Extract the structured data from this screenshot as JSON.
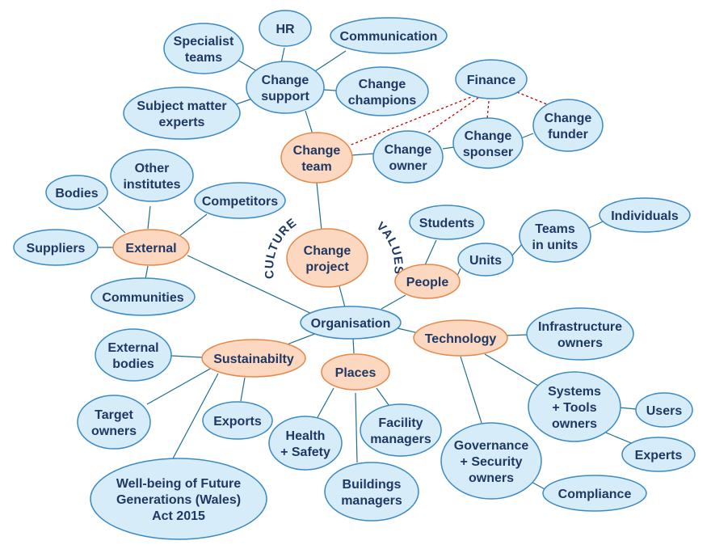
{
  "colors": {
    "blue_fill": "#d6ecf8",
    "blue_stroke": "#3a8ac4",
    "orange_fill": "#fbd8bf",
    "orange_stroke": "#e4894b",
    "text": "#1f3864",
    "dashed": "#c00000"
  },
  "labels": {
    "culture": "CULTURE",
    "values": "VALUES"
  },
  "nodes": {
    "change_project": [
      "Change",
      "project"
    ],
    "change_team": [
      "Change",
      "team"
    ],
    "change_support": [
      "Change",
      "support"
    ],
    "specialist_teams": [
      "Specialist",
      "teams"
    ],
    "hr": [
      "HR"
    ],
    "communication": [
      "Communication"
    ],
    "change_champions": [
      "Change",
      "champions"
    ],
    "subject_matter_experts": [
      "Subject matter",
      "experts"
    ],
    "finance": [
      "Finance"
    ],
    "change_owner": [
      "Change",
      "owner"
    ],
    "change_sponser": [
      "Change",
      "sponser"
    ],
    "change_funder": [
      "Change",
      "funder"
    ],
    "external": [
      "External"
    ],
    "bodies": [
      "Bodies"
    ],
    "other_institutes": [
      "Other",
      "institutes"
    ],
    "competitors": [
      "Competitors"
    ],
    "suppliers": [
      "Suppliers"
    ],
    "communities": [
      "Communities"
    ],
    "organisation": [
      "Organisation"
    ],
    "people": [
      "People"
    ],
    "students": [
      "Students"
    ],
    "units": [
      "Units"
    ],
    "teams_in_units": [
      "Teams",
      "in units"
    ],
    "individuals": [
      "Individuals"
    ],
    "technology": [
      "Technology"
    ],
    "infrastructure_owners": [
      "Infrastructure",
      "owners"
    ],
    "systems_tools_owners": [
      "Systems",
      "+ Tools",
      "owners"
    ],
    "users": [
      "Users"
    ],
    "experts": [
      "Experts"
    ],
    "governance_security_owners": [
      "Governance",
      "+ Security",
      "owners"
    ],
    "compliance": [
      "Compliance"
    ],
    "sustainability": [
      "Sustainabilty"
    ],
    "external_bodies": [
      "External",
      "bodies"
    ],
    "target_owners": [
      "Target",
      "owners"
    ],
    "exports": [
      "Exports"
    ],
    "wellbeing_act": [
      "Well-being of Future",
      "Generations (Wales)",
      "Act 2015"
    ],
    "places": [
      "Places"
    ],
    "health_safety": [
      "Health",
      "+ Safety"
    ],
    "facility_managers": [
      "Facility",
      "managers"
    ],
    "buildings_managers": [
      "Buildings",
      "managers"
    ]
  }
}
